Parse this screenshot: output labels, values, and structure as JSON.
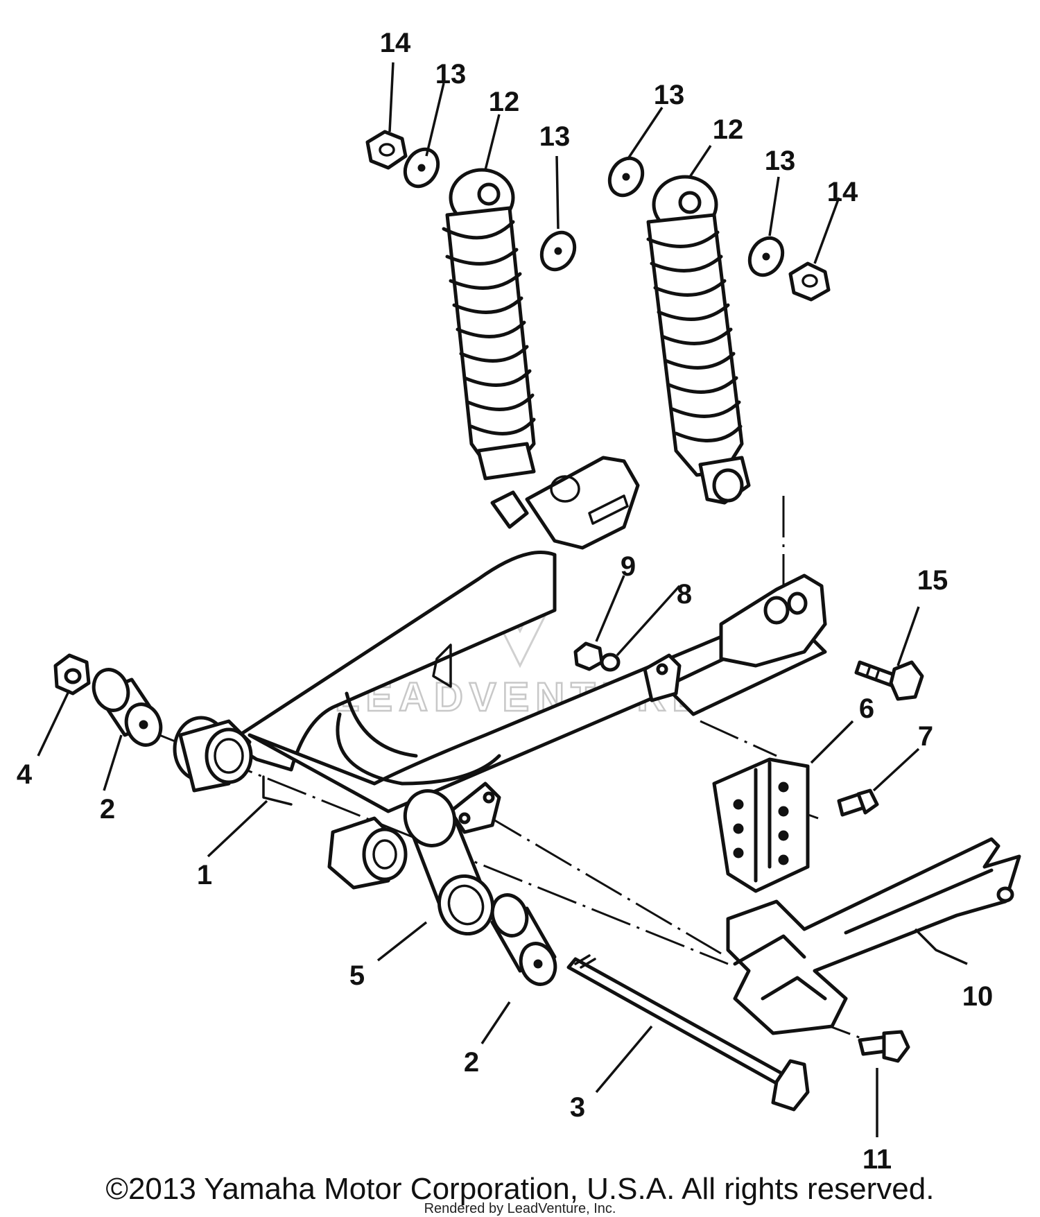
{
  "diagram": {
    "callouts": [
      "1",
      "2",
      "2",
      "3",
      "4",
      "5",
      "6",
      "7",
      "8",
      "9",
      "10",
      "11",
      "12",
      "12",
      "13",
      "13",
      "13",
      "13",
      "14",
      "14",
      "15"
    ],
    "watermark_text": "LEADVENTURE"
  },
  "footer": {
    "copyright": "©2013 Yamaha Motor Corporation, U.S.A. All rights reserved.",
    "rendered_by": "Rendered by LeadVenture, Inc."
  }
}
